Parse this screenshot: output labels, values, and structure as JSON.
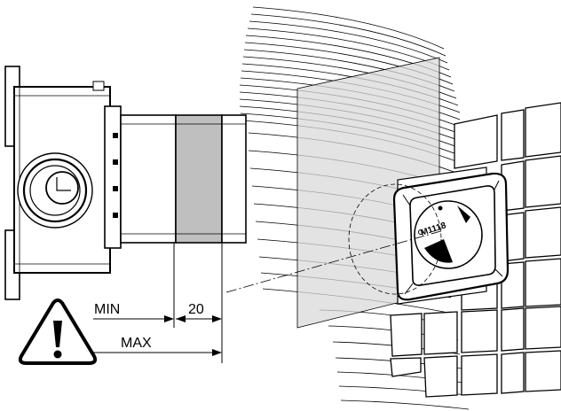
{
  "diagram": {
    "labels": {
      "min": "MIN",
      "max": "MAX",
      "dimension": "20",
      "brand_mark": "M1118"
    },
    "warning_icon": "exclamation-triangle-icon",
    "colors": {
      "line": "#000000",
      "sleeve_gray": "#bfbfbf",
      "wall_shade": "#d9d9d9",
      "tile_fill": "#ffffff"
    }
  }
}
